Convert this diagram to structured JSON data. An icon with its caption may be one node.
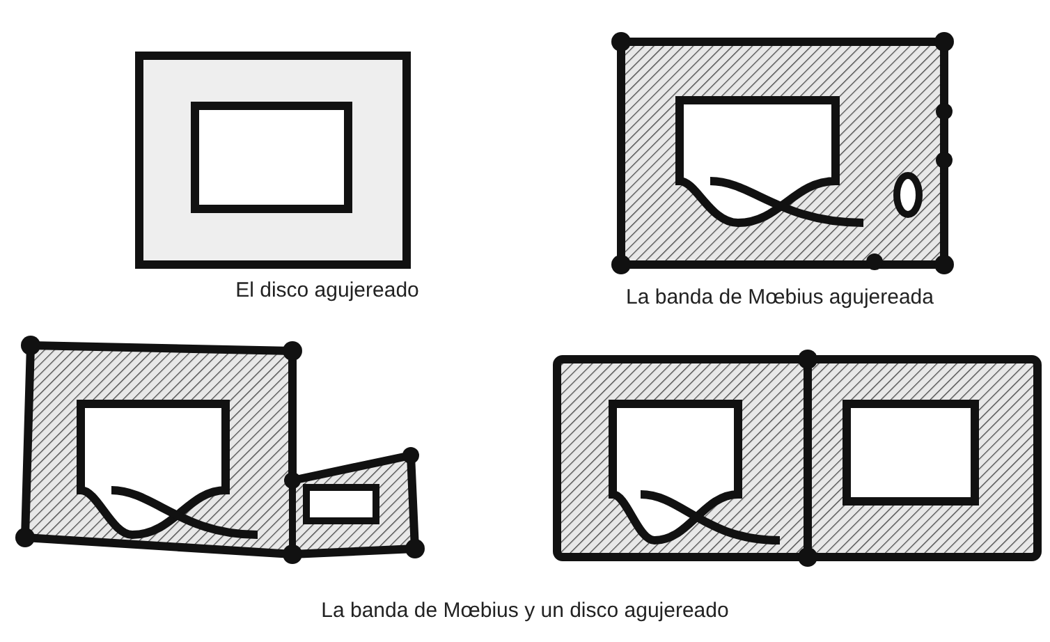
{
  "diagram": {
    "labels": [
      "El disco agujereado",
      "La banda de Mœbius agujereada",
      "La banda de Mœbius y un disco agujereado"
    ]
  }
}
